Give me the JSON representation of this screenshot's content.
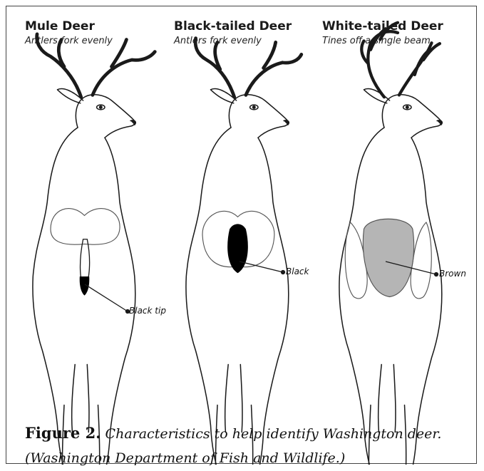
{
  "deer": [
    {
      "name": "Mule Deer",
      "trait": "Antlers fork evenly",
      "callout": "Black tip"
    },
    {
      "name": "Black-tailed Deer",
      "trait": "Antlers fork evenly",
      "callout": "Black"
    },
    {
      "name": "White-tailed Deer",
      "trait": "Tines off a single beam",
      "callout": "Brown"
    }
  ],
  "caption": {
    "label": "Figure 2.",
    "line1": "Characteristics to help identify Washington deer.",
    "line2": "(Washington Department of Fish and Wildlife.)"
  },
  "colors": {
    "line": "#1a1a1a",
    "black_tail": "#000000",
    "brown_patch": "#b5b5b5",
    "border": "#444444"
  }
}
